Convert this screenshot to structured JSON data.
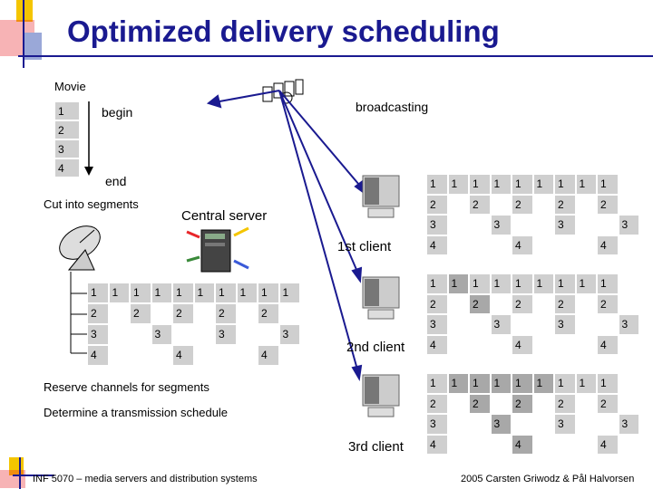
{
  "title": "Optimized delivery scheduling",
  "movie": {
    "label": "Movie",
    "segments": [
      "1",
      "2",
      "3",
      "4"
    ],
    "begin": "begin",
    "end": "end"
  },
  "labels": {
    "broadcasting": "broadcasting",
    "cut_into_segments": "Cut into segments",
    "central_server": "Central server",
    "reserve_channels": "Reserve channels for segments",
    "determine_schedule": "Determine a transmission schedule"
  },
  "clients": [
    "1st client",
    "2nd client",
    "3rd client"
  ],
  "server_schedule": {
    "rows": [
      [
        "1",
        "1",
        "1",
        "1",
        "1",
        "1",
        "1",
        "1",
        "1",
        "1"
      ],
      [
        "2",
        "",
        "2",
        "",
        "2",
        "",
        "2",
        "",
        "2",
        ""
      ],
      [
        "3",
        "",
        "",
        "3",
        "",
        "",
        "3",
        "",
        "",
        "3"
      ],
      [
        "4",
        "",
        "",
        "",
        "4",
        "",
        "",
        "",
        "4",
        ""
      ]
    ]
  },
  "client_schedule": {
    "rows": [
      [
        "1",
        "1",
        "1",
        "1",
        "1",
        "1",
        "1",
        "1",
        "1"
      ],
      [
        "2",
        "",
        "2",
        "",
        "2",
        "",
        "2",
        "",
        "2"
      ],
      [
        "3",
        "",
        "",
        "3",
        "",
        "",
        "3",
        "",
        "",
        "3"
      ],
      [
        "4",
        "",
        "",
        "",
        "4",
        "",
        "",
        "",
        "4"
      ]
    ]
  },
  "footer": {
    "left": "INF 5070 – media servers and distribution systems",
    "right": "2005  Carsten Griwodz & Pål Halvorsen"
  },
  "colors": {
    "title": "#1a1a90",
    "accent_red": "#e8262a",
    "accent_yellow": "#f4c500",
    "cell": "#cfcfcf",
    "cell_highlight": "#a8a8a8",
    "arrow": "#1a1a90"
  }
}
